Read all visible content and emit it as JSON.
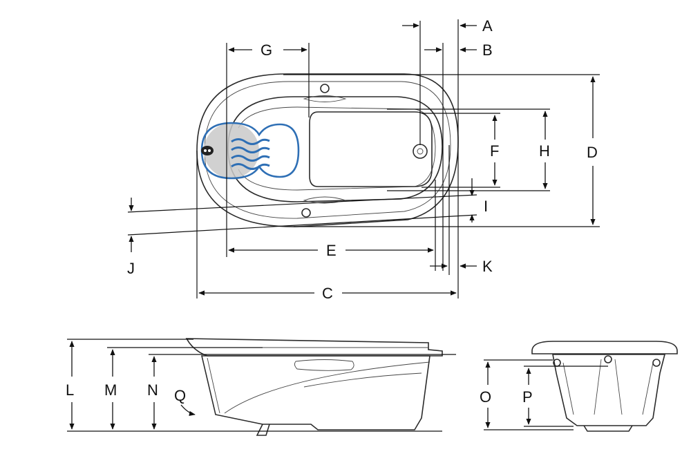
{
  "diagram": {
    "labels": {
      "A": "A",
      "B": "B",
      "C": "C",
      "D": "D",
      "E": "E",
      "F": "F",
      "G": "G",
      "H": "H",
      "I": "I",
      "J": "J",
      "K": "K",
      "L": "L",
      "M": "M",
      "N": "N",
      "O": "O",
      "P": "P",
      "Q": "Q"
    },
    "colors": {
      "line": "#2a2a2a",
      "jet_ring": "#2e6fb5",
      "jet_fill": "#c9c9c9"
    }
  }
}
